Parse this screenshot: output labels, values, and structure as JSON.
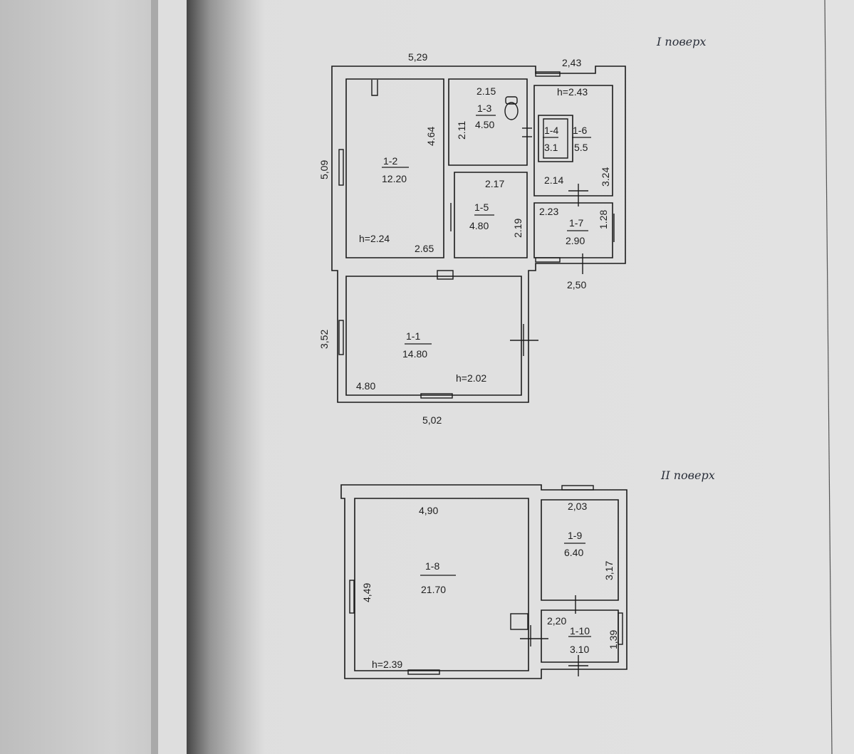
{
  "floor1": {
    "title": "I поверх",
    "overall": {
      "top": "5,29",
      "left": "5,09",
      "right_top": "2,43"
    },
    "rooms": {
      "r12": {
        "id": "1-2",
        "area": "12.20",
        "dim_v": "4.64",
        "dim_h": "2.65",
        "height": "h=2.24"
      },
      "r13": {
        "id": "1-3",
        "area": "4.50",
        "dim_h": "2.15",
        "dim_v": "2.11"
      },
      "r14": {
        "id": "1-4",
        "area": "3.1"
      },
      "r16": {
        "id": "1-6",
        "area": "5.5",
        "height": "h=2.43",
        "dim_h": "2.14",
        "dim_v": "3.24"
      },
      "r15": {
        "id": "1-5",
        "area": "4.80",
        "dim_h": "2.17",
        "dim_v": "2.19"
      },
      "r17": {
        "id": "1-7",
        "area": "2.90",
        "dim_h": "2.23",
        "dim_v": "1.28",
        "dim_below": "2,50"
      },
      "r11": {
        "id": "1-1",
        "area": "14.80",
        "dim_left": "3,52",
        "dim_h": "4.80",
        "height": "h=2.02",
        "dim_bottom": "5,02"
      }
    }
  },
  "floor2": {
    "title": "ІІ поверх",
    "rooms": {
      "r18": {
        "id": "1-8",
        "area": "21.70",
        "dim_h": "4,90",
        "dim_v": "4,49",
        "height": "h=2.39"
      },
      "r19": {
        "id": "1-9",
        "area": "6.40",
        "dim_h": "2,03",
        "dim_v": "3,17"
      },
      "r110": {
        "id": "1-10",
        "area": "3.10",
        "dim_h": "2,20",
        "dim_v": "1,39"
      }
    }
  }
}
